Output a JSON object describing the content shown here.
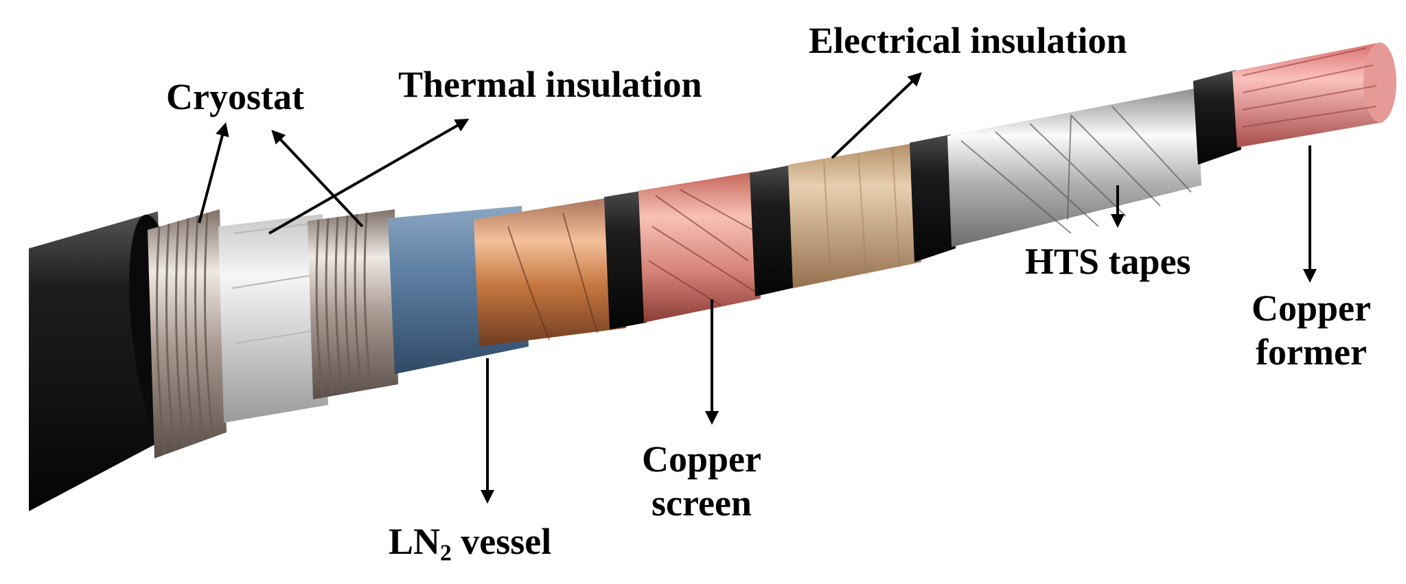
{
  "labels": {
    "cryostat": "Cryostat",
    "thermal_insulation": "Thermal insulation",
    "electrical_insulation": "Electrical insulation",
    "hts_tapes": "HTS tapes",
    "copper_former_line1": "Copper",
    "copper_former_line2": "former",
    "copper_screen_line1": "Copper",
    "copper_screen_line2": "screen",
    "ln2_prefix": "LN",
    "ln2_sub": "2",
    "ln2_suffix": " vessel"
  },
  "colors": {
    "outer_jacket": "#141414",
    "steel": "#b8aea5",
    "thermal_wrap": "#e3e3e3",
    "ln2_vessel": "#5a7da0",
    "copper_screen": "#d98672",
    "copper_tube": "#c8804d",
    "black_band": "#1a1a1a",
    "electrical_insulation": "#c9a57c",
    "hts_tapes": "#d2d2d2",
    "copper_former": "#e07f7f"
  }
}
